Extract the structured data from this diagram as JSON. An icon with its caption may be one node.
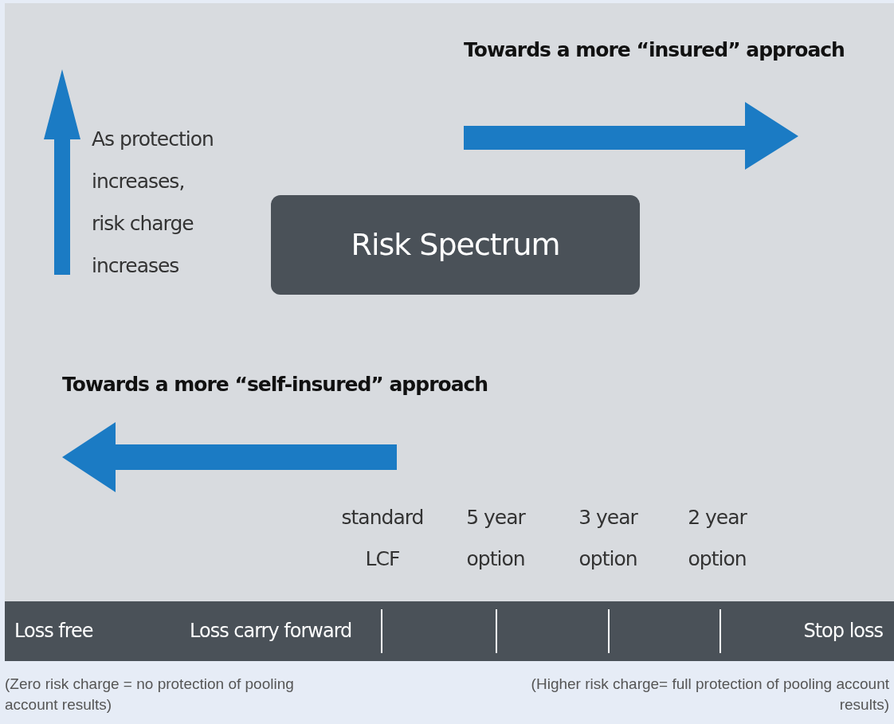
{
  "diagram": {
    "nodes": [
      {
        "text": [
          "Risk Spectrum"
        ]
      },
      {
        "text": [
          "Loss free",
          "Loss carry forward",
          "Stop loss"
        ]
      }
    ],
    "edges": [],
    "labels": [
      "Towards a more “insured” approach",
      "As protection increases, risk charge increases",
      "Towards a more “self-insured” approach",
      "standard LCF",
      "5 year option",
      "3 year option",
      "2 year option",
      "(Zero risk charge = no protection of pooling account results)",
      "(Higher risk charge= full protection of pooling account results)"
    ]
  }
}
